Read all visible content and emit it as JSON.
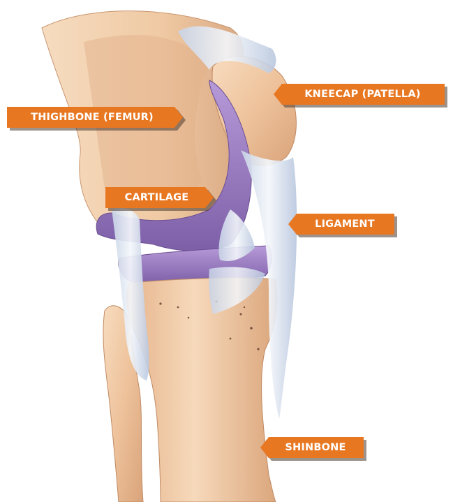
{
  "labels": {
    "femur": "THIGHBONE (FEMUR)",
    "patella": "KNEECAP (PATELLA)",
    "cartilage": "CARTILAGE",
    "ligament": "LIGAMENT",
    "shinbone": "SHINBONE"
  },
  "colors": {
    "label_fill": "#e87722",
    "label_text": "#ffffff",
    "bone": "#f0c9a4",
    "cartilage": "#9a7bc4",
    "ligament": "#e4ecf6"
  }
}
